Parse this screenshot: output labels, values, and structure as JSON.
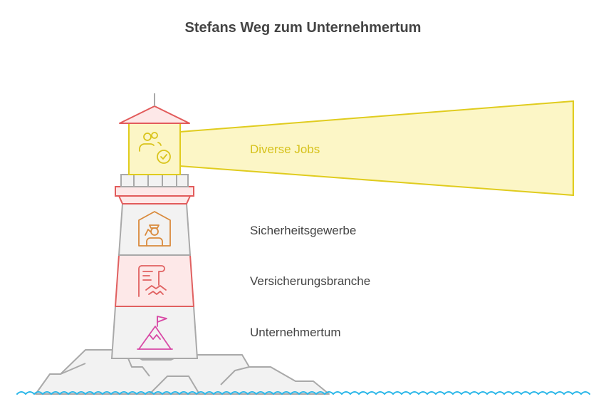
{
  "title": "Stefans Weg zum Unternehmertum",
  "beam": {
    "label": "Diverse Jobs",
    "icon": "people-check-icon",
    "color": "#e8d21f"
  },
  "sections": [
    {
      "label": "Sicherheitsgewerbe",
      "icon": "security-guard-icon",
      "color": "#d98a3c"
    },
    {
      "label": "Versicherungsbranche",
      "icon": "contract-handshake-icon",
      "color": "#e06060"
    },
    {
      "label": "Unternehmertum",
      "icon": "mountain-flag-icon",
      "color": "#d84aa6"
    }
  ],
  "colors": {
    "roof": "#e25b5b",
    "water": "#29b6e8",
    "rocks": "#f2f2f2",
    "outline": "#aaaaaa"
  }
}
